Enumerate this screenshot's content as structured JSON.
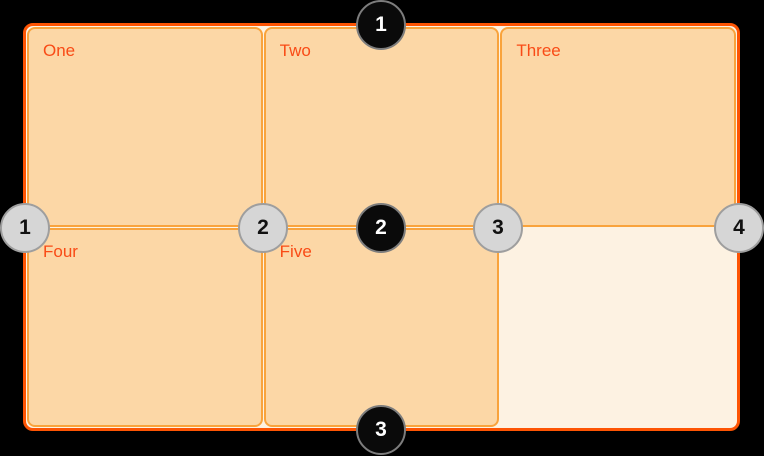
{
  "grid": {
    "cells": [
      {
        "label": "One"
      },
      {
        "label": "Two"
      },
      {
        "label": "Three"
      },
      {
        "label": "Four"
      },
      {
        "label": "Five"
      },
      {
        "label": ""
      }
    ]
  },
  "row_line_badges": [
    {
      "number": "1"
    },
    {
      "number": "2"
    },
    {
      "number": "3"
    }
  ],
  "column_line_badges": [
    {
      "number": "1"
    },
    {
      "number": "2"
    },
    {
      "number": "3"
    },
    {
      "number": "4"
    }
  ],
  "colors": {
    "page_background": "#000000",
    "container_border": "#fd5403",
    "container_background": "#fdf2e2",
    "cell_background": "#fcd7a6",
    "cell_border": "#f9a33c",
    "label_text": "#f94b16",
    "row_badge_background": "#0a0a0a",
    "row_badge_text": "#ffffff",
    "column_badge_background": "#d6d6d6",
    "column_badge_text": "#111111"
  }
}
